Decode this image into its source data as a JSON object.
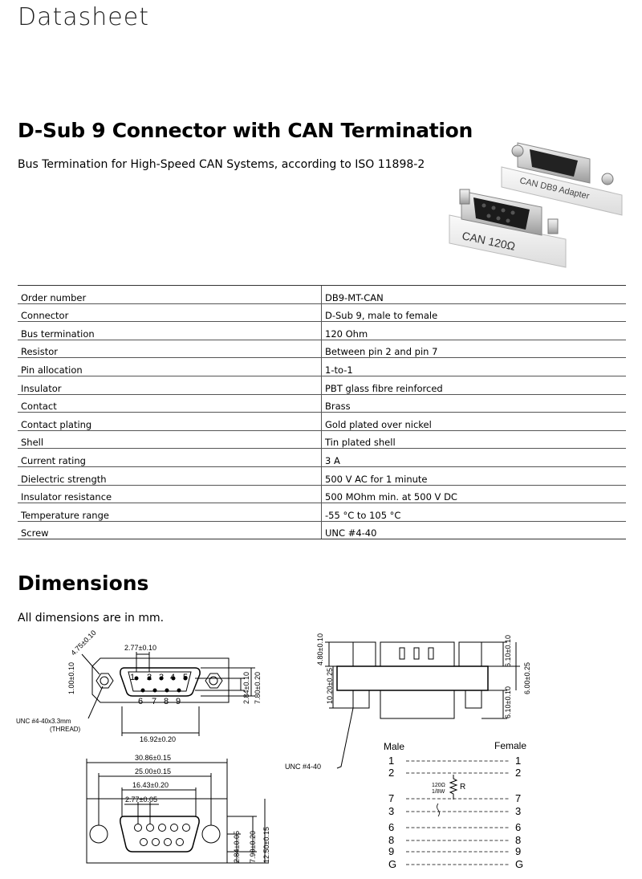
{
  "header": {
    "doc_label": "Datasheet"
  },
  "title": "D-Sub 9 Connector with CAN Termination",
  "subtitle": "Bus Termination for High-Speed CAN Systems, according to ISO 11898-2",
  "photo": {
    "label_top": "CAN  DB9 Adapter",
    "label_bottom": "CAN   120Ω"
  },
  "spec_table": [
    {
      "label": "Order number",
      "value": "DB9-MT-CAN"
    },
    {
      "label": "Connector",
      "value": "D-Sub 9, male to female"
    },
    {
      "label": "Bus termination",
      "value": "120 Ohm"
    },
    {
      "label": "Resistor",
      "value": "Between pin 2 and pin 7"
    },
    {
      "label": "Pin allocation",
      "value": "1-to-1"
    },
    {
      "label": "Insulator",
      "value": "PBT glass fibre reinforced"
    },
    {
      "label": "Contact",
      "value": "Brass"
    },
    {
      "label": "Contact plating",
      "value": "Gold plated over nickel"
    },
    {
      "label": "Shell",
      "value": "Tin plated shell"
    },
    {
      "label": "Current rating",
      "value": "3 A"
    },
    {
      "label": "Dielectric strength",
      "value": "500 V AC for 1 minute"
    },
    {
      "label": "Insulator resistance",
      "value": "500 MOhm min. at 500 V DC"
    },
    {
      "label": "Temperature range",
      "value": "-55 °C to 105 °C"
    },
    {
      "label": "Screw",
      "value": "UNC #4-40"
    }
  ],
  "dimensions": {
    "heading": "Dimensions",
    "note": "All dimensions are in mm.",
    "front_top": {
      "d_pin_pitch": "2.77±0.10",
      "d_hole": "4.75±0.10",
      "d_side": "1.00±0.10",
      "d_width": "16.92±0.20",
      "d_h1": "2.84±0.10",
      "d_h2": "7.80±0.20",
      "pins_top": [
        "1",
        "2",
        "3",
        "4",
        "5"
      ],
      "pins_bottom": [
        "6",
        "7",
        "8",
        "9"
      ],
      "screw_note": "UNC #4-40x3.3mm",
      "thread_note": "(THREAD)"
    },
    "side": {
      "d_a": "4.80±0.10",
      "d_b": "10.20±0.25",
      "d_c": "6.10±0.10",
      "d_d": "6.00±0.25",
      "d_e": "6.10±0.10",
      "screw_note": "UNC #4-40"
    },
    "front_bottom": {
      "d_total": "30.86±0.15",
      "d_holes": "25.00±0.15",
      "d_shell": "16.43±0.20",
      "d_pitch": "2.77±0.05",
      "d_h1": "2.84±0.05",
      "d_h2": "7.90±0.20",
      "d_h3": "12.50±0.15"
    },
    "wiring": {
      "male_label": "Male",
      "female_label": "Female",
      "rows": [
        "1",
        "2",
        "7",
        "3",
        "6",
        "8",
        "9",
        "G"
      ],
      "resistor_value": "120Ω",
      "resistor_power": "1/8W",
      "resistor_label": "R"
    }
  }
}
